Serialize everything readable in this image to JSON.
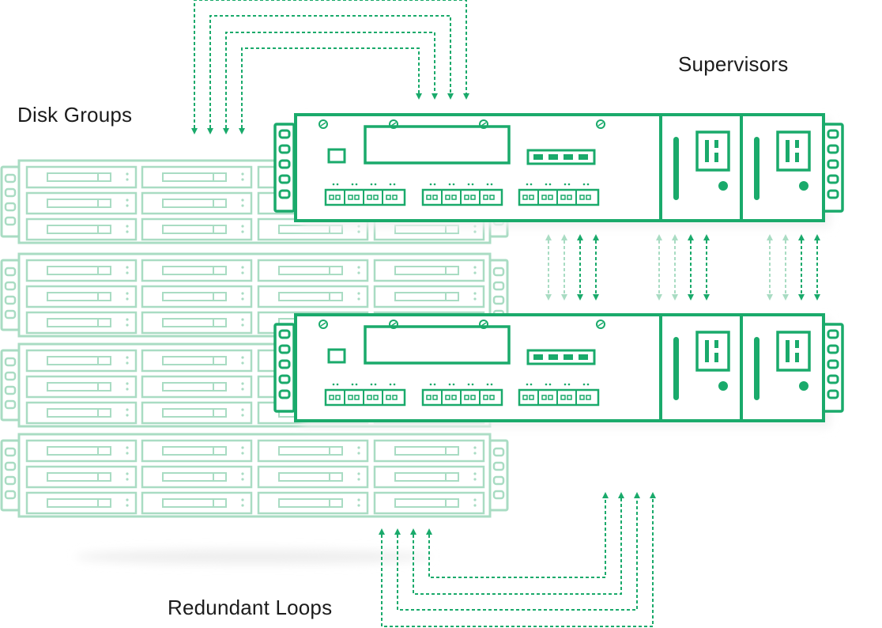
{
  "labels": {
    "disk_groups": "Disk Groups",
    "supervisors": "Supervisors",
    "redundant_loops": "Redundant Loops"
  },
  "colors": {
    "accent": "#1aaa6b",
    "accent_light": "#a9dcc3",
    "accent_pale": "#d4efe2",
    "text": "#1c1c1c",
    "shadow": "#eeeeee"
  },
  "disk_groups": {
    "count": 4,
    "drives_per_group": 3
  },
  "supervisors": {
    "count": 2
  },
  "icons": [
    "dashed-loop-arrows",
    "bidirectional-arrows",
    "power-supply-icon",
    "port-block-icon"
  ]
}
